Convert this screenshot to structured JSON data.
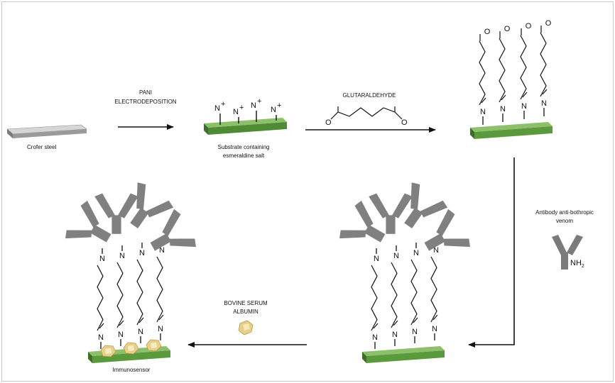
{
  "labels": {
    "crofer_steel": "Crofer steel",
    "pani_line1": "PANI",
    "pani_line2": "ELECTRODEPOSITION",
    "substrate_line1": "Substrate containing",
    "substrate_line2": "esmeraldine salt",
    "glutaraldehyde": "GLUTARALDEHYDE",
    "antibody_line1": "Antibody anti-bothropic",
    "antibody_line2": "venom",
    "bsa_line1": "BOVINE SERUM",
    "bsa_line2": "ALBUMIN",
    "immunosensor": "Immunosensor"
  },
  "atoms": {
    "n_plus": "N",
    "plus_sign": "+",
    "nitrogen": "N",
    "oxygen": "O",
    "nh": "NH",
    "sub2": "2"
  },
  "colors": {
    "substrate": "#5a9a3c",
    "steel": "#a9a9a9",
    "antibody": "#808080",
    "bsa": "#e8d08a",
    "line": "#111111"
  }
}
